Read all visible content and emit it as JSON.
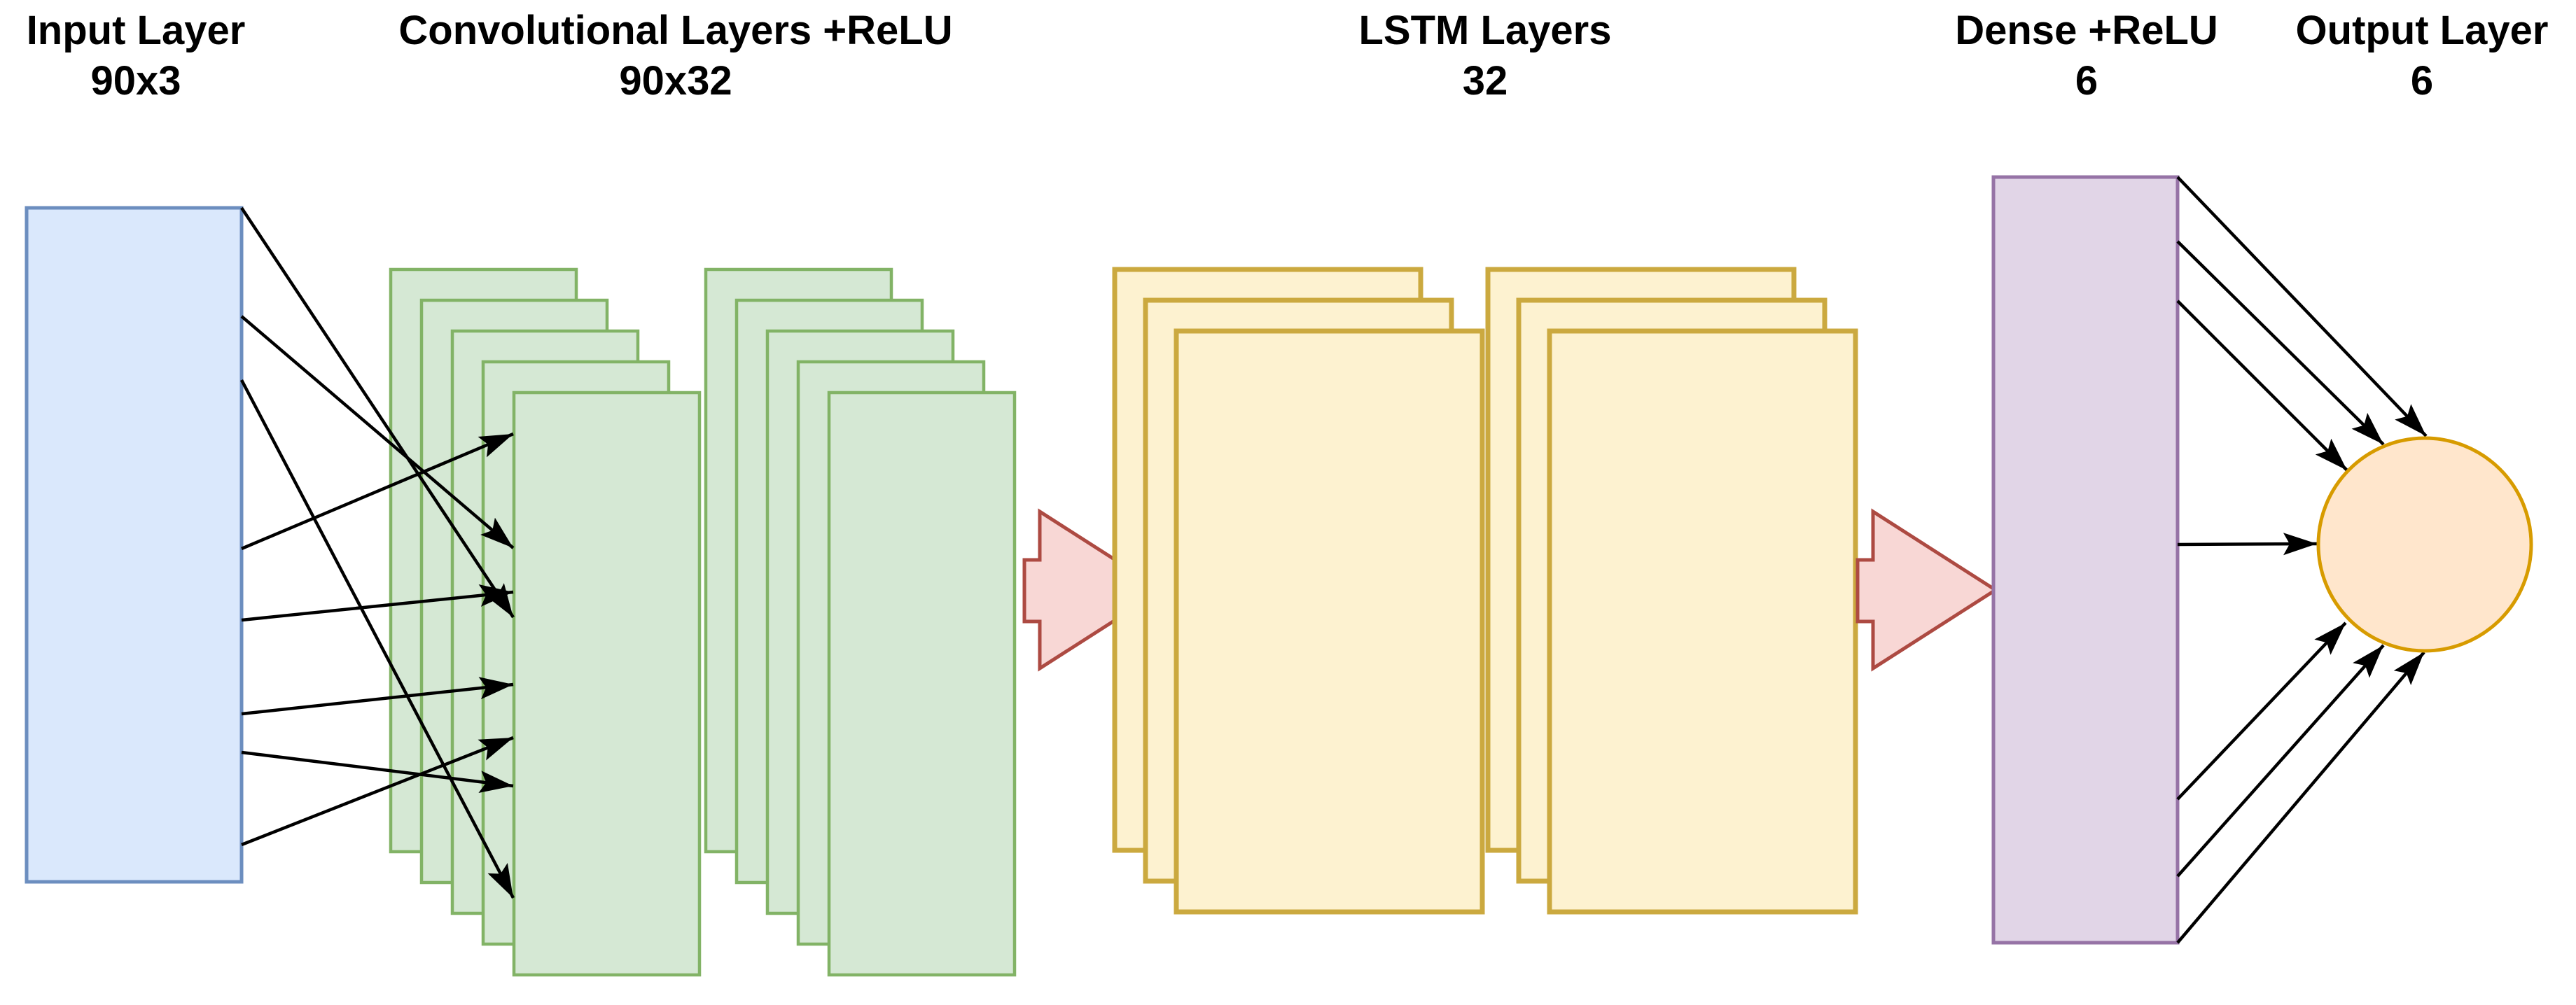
{
  "layers": [
    {
      "label": "Input Layer",
      "sublabel": "90x3"
    },
    {
      "label": "Convolutional Layers +ReLU",
      "sublabel": "90x32",
      "stacks": 2,
      "sheets_per_stack": 5
    },
    {
      "label": "LSTM Layers",
      "sublabel": "32",
      "stacks": 2,
      "sheets_per_stack": 3
    },
    {
      "label": "Dense +ReLU",
      "sublabel": "6"
    },
    {
      "label": "Output Layer",
      "sublabel": "6"
    }
  ],
  "colors": {
    "input_fill": "#dae8fc",
    "input_stroke": "#6c8ebf",
    "conv_fill": "#d5e8d4",
    "conv_stroke": "#82b366",
    "lstm_fill": "#fdf2d0",
    "lstm_stroke": "#cba93f",
    "dense_fill": "#e1d5e7",
    "dense_stroke": "#9673a6",
    "output_fill": "#ffe6cc",
    "output_stroke": "#d79b00",
    "flow_arrow_fill": "#f8d7d5",
    "flow_arrow_stroke": "#ad4a42",
    "connector": "#000000",
    "background": "#ffffff"
  }
}
